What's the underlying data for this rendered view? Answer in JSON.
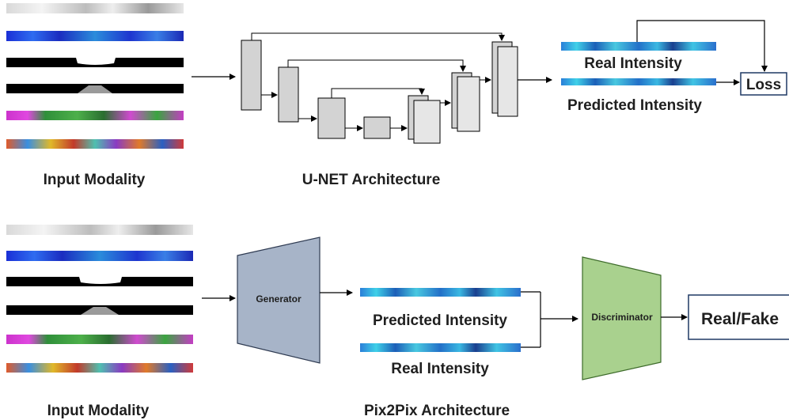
{
  "top": {
    "input_caption": "Input Modality",
    "arch_caption": "U-NET Architecture",
    "real_label": "Real Intensity",
    "pred_label": "Predicted Intensity",
    "loss_label": "Loss"
  },
  "bottom": {
    "input_caption": "Input Modality",
    "arch_caption": "Pix2Pix Architecture",
    "generator_label": "Generator",
    "pred_label": "Predicted Intensity",
    "real_label": "Real Intensity",
    "discriminator_label": "Discriminator",
    "output_label": "Real/Fake"
  },
  "colors": {
    "unet_block": "#d3d3d3",
    "generator": "#a7b4c8",
    "discriminator": "#a9d18e",
    "box_border": "#1f3864",
    "arrow": "#000000"
  },
  "modality_strips": [
    "grayscale",
    "blue",
    "mask-white-center",
    "road-camera",
    "segmentation-green-magenta",
    "multicolor"
  ]
}
